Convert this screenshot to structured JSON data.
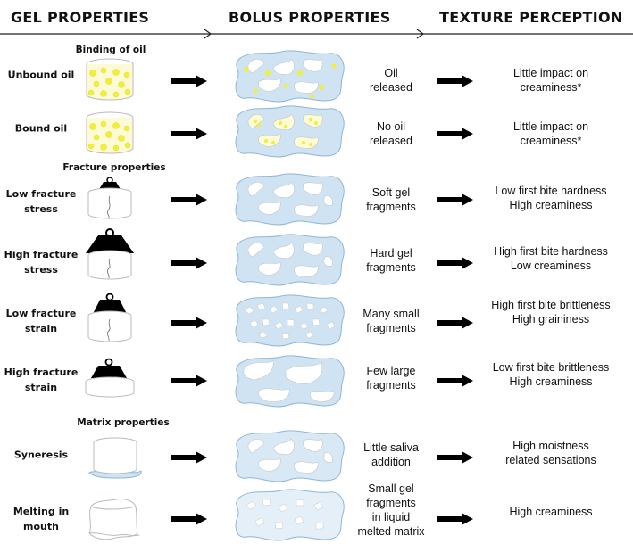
{
  "headers": {
    "gel": "GEL PROPERTIES",
    "bolus": "BOLUS PROPERTIES",
    "texture": "TEXTURE PERCEPTION"
  },
  "sections": {
    "binding": "Binding of oil",
    "fracture": "Fracture properties",
    "matrix": "Matrix properties"
  },
  "rows": [
    {
      "label": [
        "Unbound oil"
      ],
      "bolus": [
        "Oil",
        "released"
      ],
      "texture": [
        "Little impact on",
        "creaminess*"
      ],
      "gel_icon": "oil-dots-cylinder-icon",
      "bolus_icon": "bolus-oil-droplets-icon"
    },
    {
      "label": [
        "Bound oil"
      ],
      "bolus": [
        "No oil",
        "released"
      ],
      "texture": [
        "Little impact on",
        "creaminess*"
      ],
      "gel_icon": "oil-dots-cylinder-icon",
      "bolus_icon": "bolus-bound-oil-icon"
    },
    {
      "label": [
        "Low fracture",
        "stress"
      ],
      "bolus": [
        "Soft gel",
        "fragments"
      ],
      "texture": [
        "Low first bite hardness",
        "High creaminess"
      ],
      "gel_icon": "small-weight-gel-icon",
      "bolus_icon": "bolus-fragments-icon"
    },
    {
      "label": [
        "High fracture",
        "stress"
      ],
      "bolus": [
        "Hard gel",
        "fragments"
      ],
      "texture": [
        "High first bite hardness",
        "Low creaminess"
      ],
      "gel_icon": "large-weight-gel-icon",
      "bolus_icon": "bolus-fragments-icon"
    },
    {
      "label": [
        "Low fracture",
        "strain"
      ],
      "bolus": [
        "Many small",
        "fragments"
      ],
      "texture": [
        "High first bite brittleness",
        "High graininess"
      ],
      "gel_icon": "weight-gel-icon",
      "bolus_icon": "bolus-small-fragments-icon"
    },
    {
      "label": [
        "High fracture",
        "strain"
      ],
      "bolus": [
        "Few large",
        "fragments"
      ],
      "texture": [
        "Low first bite brittleness",
        "High creaminess"
      ],
      "gel_icon": "weight-flattened-gel-icon",
      "bolus_icon": "bolus-large-fragments-icon"
    },
    {
      "label": [
        "Syneresis"
      ],
      "bolus": [
        "Little saliva",
        "addition"
      ],
      "texture": [
        "High moistness",
        "related sensations"
      ],
      "gel_icon": "syneresis-gel-icon",
      "bolus_icon": "bolus-wet-icon"
    },
    {
      "label": [
        "Melting in",
        "mouth"
      ],
      "bolus": [
        "Small gel",
        "fragments",
        "in liquid",
        "melted matrix"
      ],
      "texture": [
        "High creaminess"
      ],
      "gel_icon": "melting-gel-icon",
      "bolus_icon": "bolus-melted-icon"
    }
  ],
  "colors": {
    "bolus_fill": "#cfe3f3",
    "bolus_stroke": "#8fb6d6",
    "oil": "#f2ee3c",
    "weight": "#000000"
  }
}
